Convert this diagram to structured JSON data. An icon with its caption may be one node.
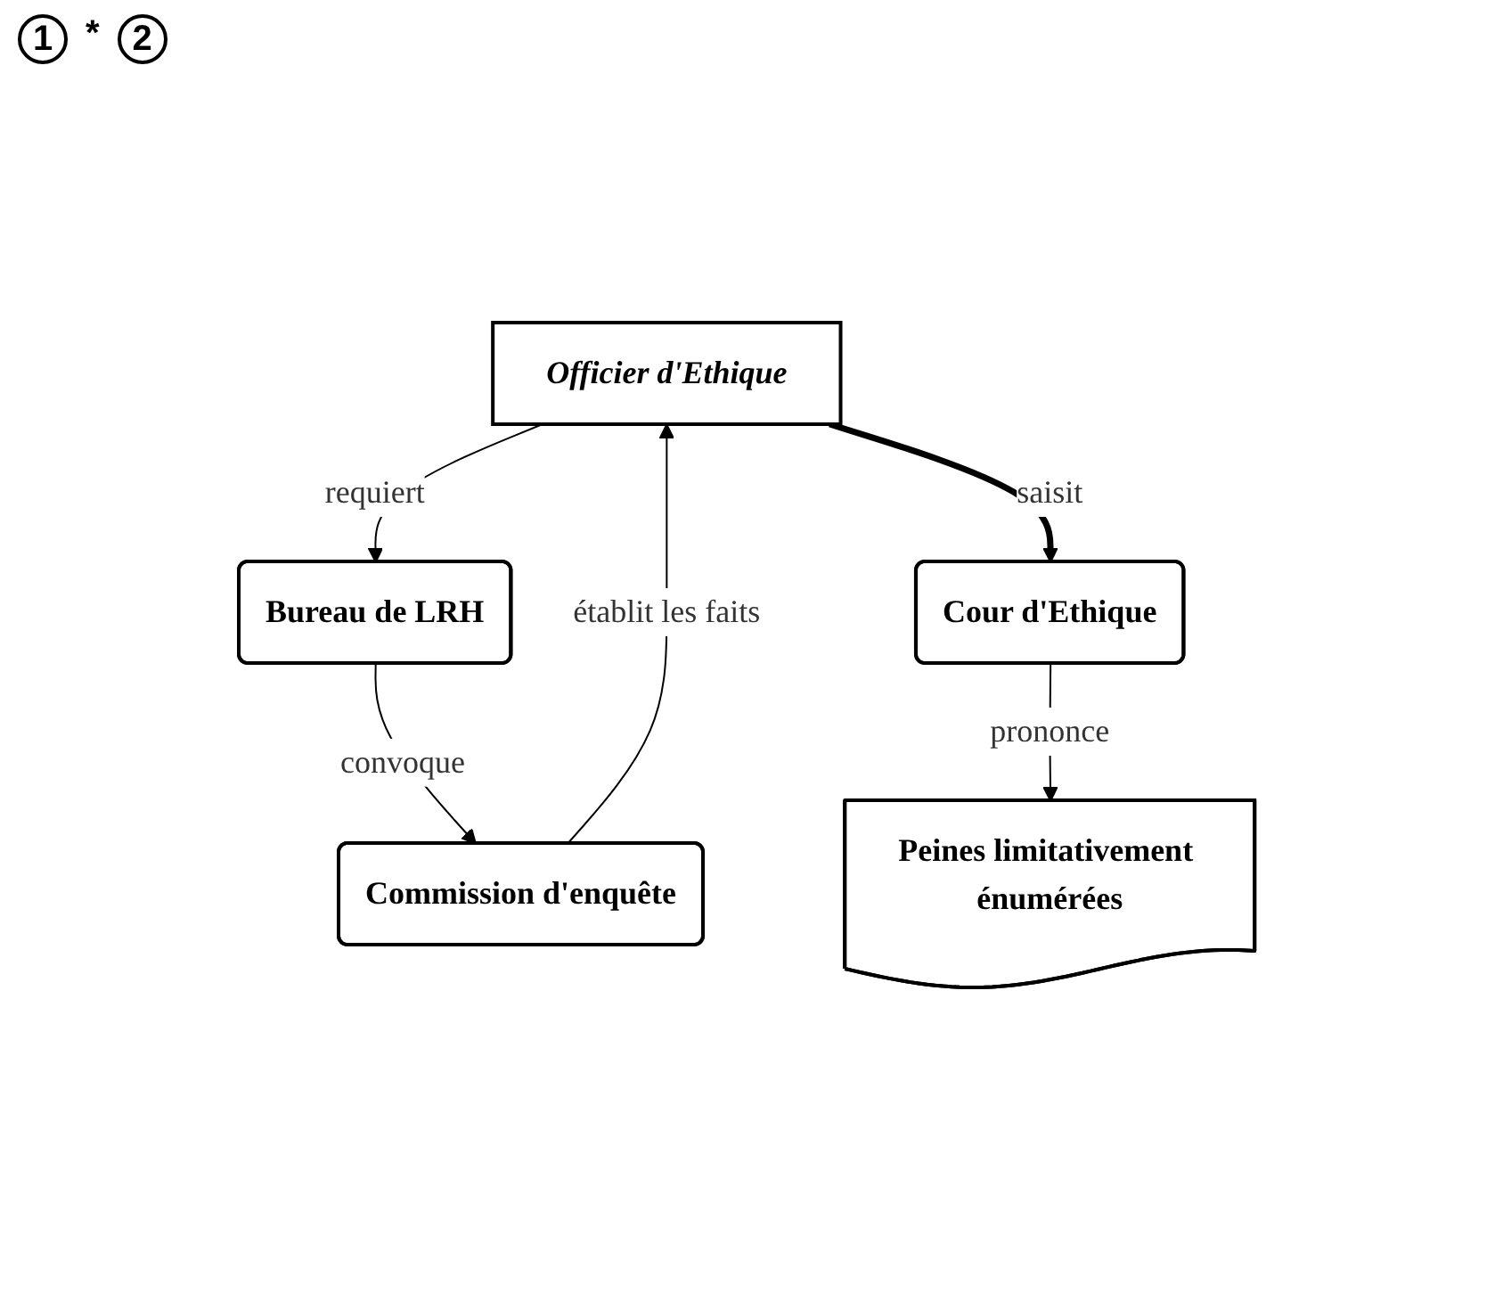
{
  "diagram": {
    "nodes": [
      {
        "text": [
          "Officier d'Ethique"
        ]
      },
      {
        "text": [
          "Bureau de LRH"
        ]
      },
      {
        "text": [
          "Commission d'enquête"
        ]
      },
      {
        "text": [
          "Cour d'Ethique"
        ]
      },
      {
        "text": [
          "Peines limitativement énumérées"
        ]
      }
    ],
    "edges": [
      {
        "from": 0,
        "to": 1,
        "arrow": "to",
        "label": "requiert"
      },
      {
        "from": 1,
        "to": 2,
        "arrow": "to",
        "label": "convoque"
      },
      {
        "from": 2,
        "to": 0,
        "arrow": "to",
        "label": "établit les faits"
      },
      {
        "from": 0,
        "to": 3,
        "arrow": "to",
        "label": "saisit",
        "style": "thick"
      },
      {
        "from": 3,
        "to": 4,
        "arrow": "to",
        "label": "prononce"
      }
    ],
    "labels": [
      "1",
      "*",
      "2"
    ]
  }
}
